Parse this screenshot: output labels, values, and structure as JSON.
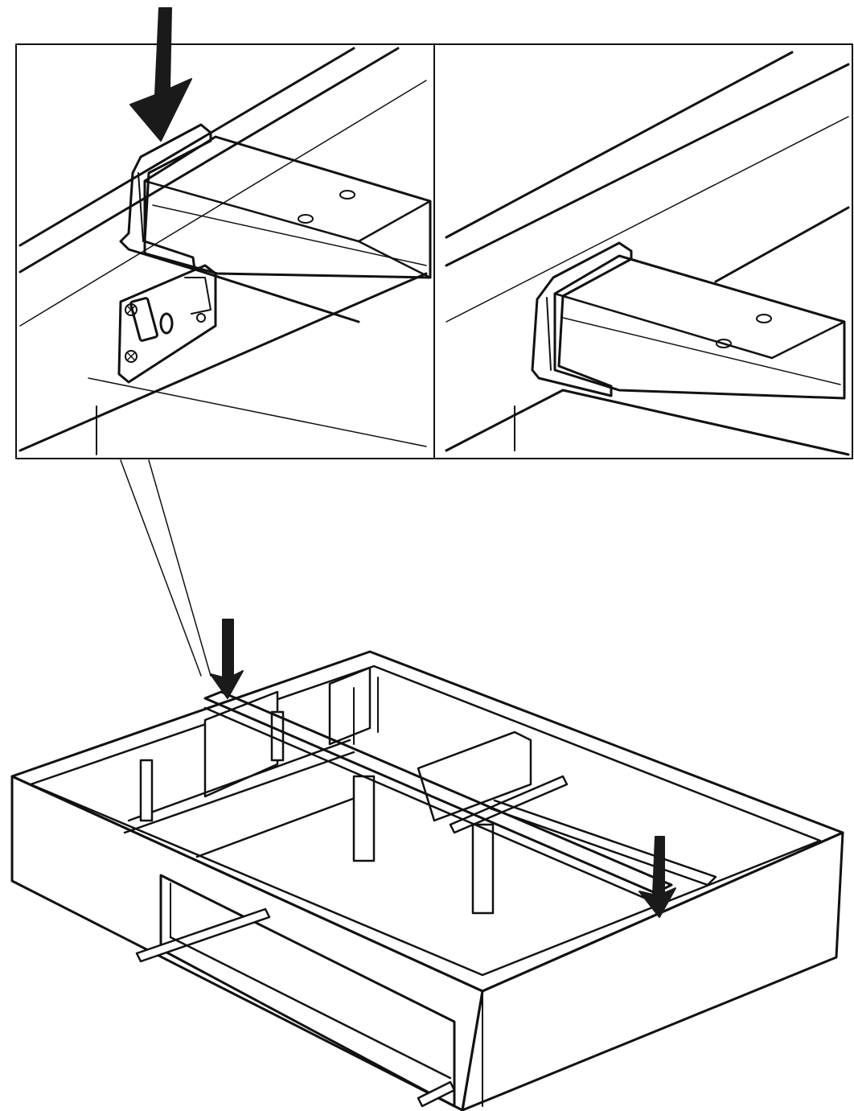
{
  "colors": {
    "ink": "#111111",
    "paper": "#ffffff",
    "arrow": "#1a1a1a",
    "panel_fill": "#f2f2f2"
  },
  "icons": {
    "press_arrow": "arrow-down-icon",
    "screw": "screw-icon",
    "bracket": "metal-bracket-icon"
  },
  "panels": {
    "count": 2,
    "left": "detail-before",
    "right": "detail-after"
  }
}
